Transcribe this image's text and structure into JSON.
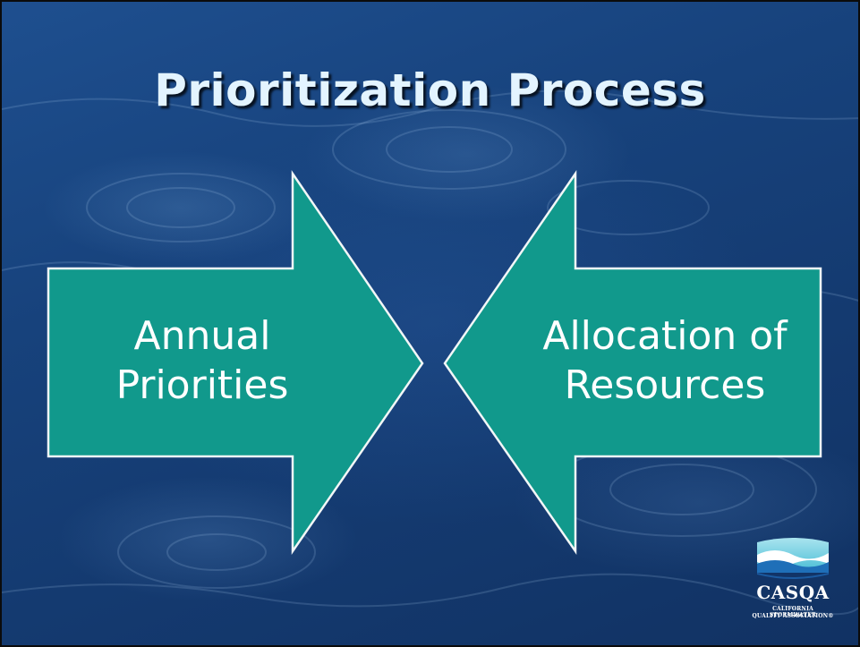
{
  "slide": {
    "title": "Prioritization Process"
  },
  "diagram": {
    "left_arrow": {
      "line1": "Annual",
      "line2": "Priorities",
      "direction": "right"
    },
    "right_arrow": {
      "line1": "Allocation of",
      "line2": "Resources",
      "direction": "left"
    },
    "arrow_color": "#11998c",
    "outline_color": "#f2f7f7"
  },
  "logo": {
    "name": "CASQA",
    "tagline_line1": "CALIFORNIA STORMWATER",
    "tagline_line2": "QUALITY ASSOCIATION®"
  },
  "colors": {
    "background": "#17427c",
    "title_text": "#e3f4ff"
  }
}
